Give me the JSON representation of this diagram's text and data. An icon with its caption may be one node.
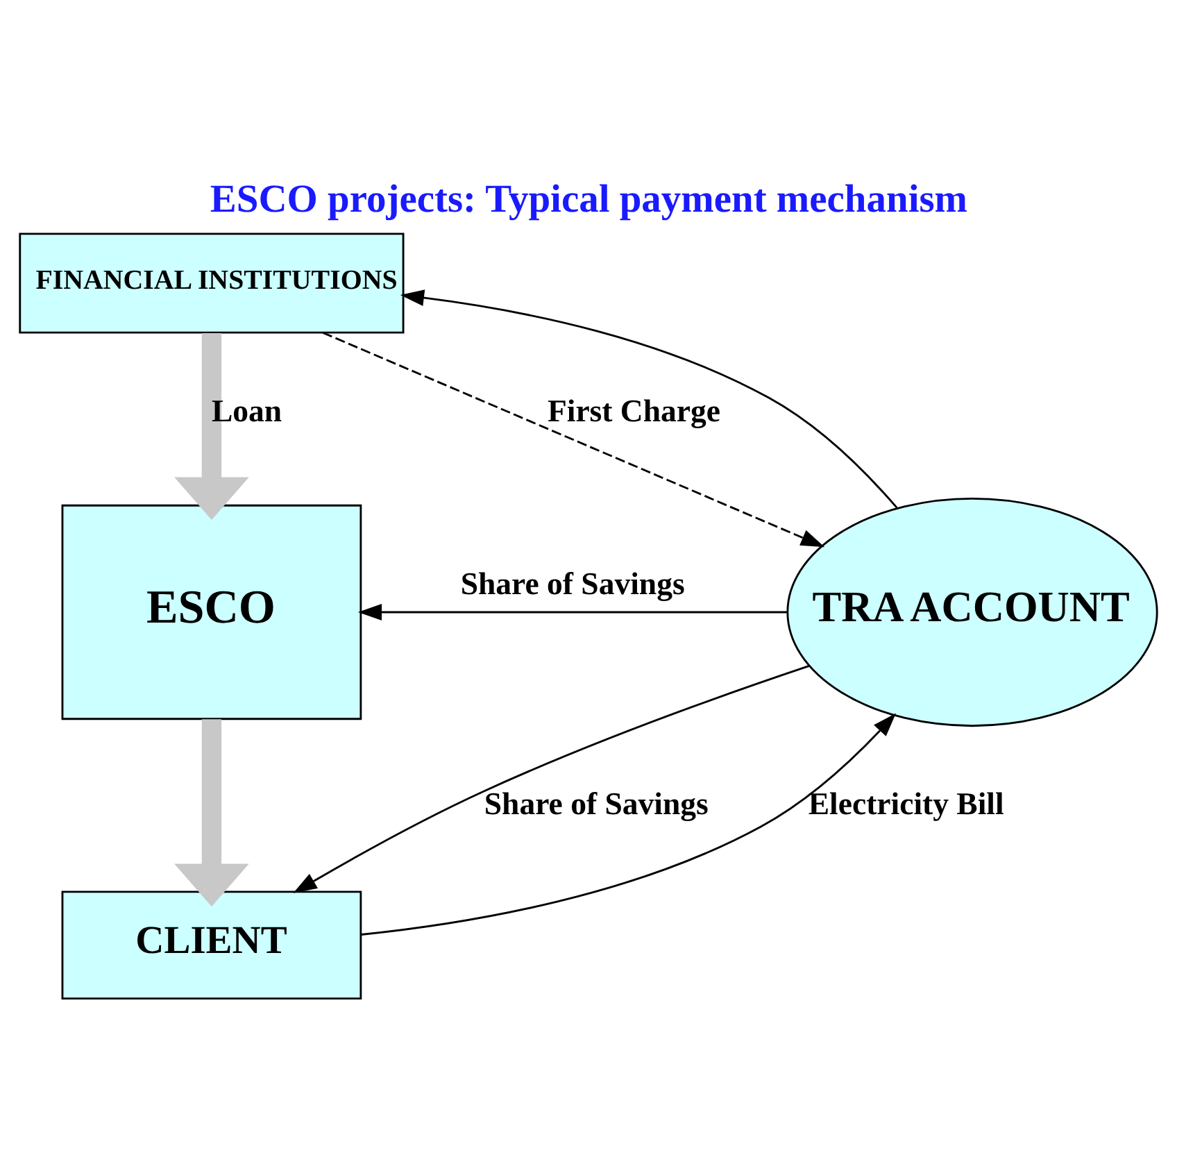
{
  "diagram": {
    "title": "ESCO projects: Typical payment mechanism",
    "nodes": [
      {
        "text": [
          "FINANCIAL INSTITUTIONS"
        ]
      },
      {
        "text": [
          "ESCO"
        ]
      },
      {
        "text": [
          "CLIENT"
        ]
      },
      {
        "text": [
          "TRA ACCOUNT"
        ]
      }
    ],
    "edges": [
      {
        "from": 0,
        "to": 1,
        "arrow": "to",
        "label": "Loan",
        "style": "thick",
        "color": "#c8c8c8"
      },
      {
        "from": 0,
        "to": 3,
        "arrow": "to",
        "label": "First Charge",
        "style": "dashed"
      },
      {
        "from": 3,
        "to": 0,
        "arrow": "to"
      },
      {
        "from": 3,
        "to": 1,
        "arrow": "to",
        "label": "Share of Savings"
      },
      {
        "from": 1,
        "to": 2,
        "arrow": "to",
        "style": "thick",
        "color": "#c8c8c8"
      },
      {
        "from": 2,
        "to": 3,
        "arrow": "to",
        "label": "Electricity Bill"
      },
      {
        "from": 3,
        "to": 2,
        "arrow": "to",
        "label": "Share of Savings"
      }
    ]
  }
}
